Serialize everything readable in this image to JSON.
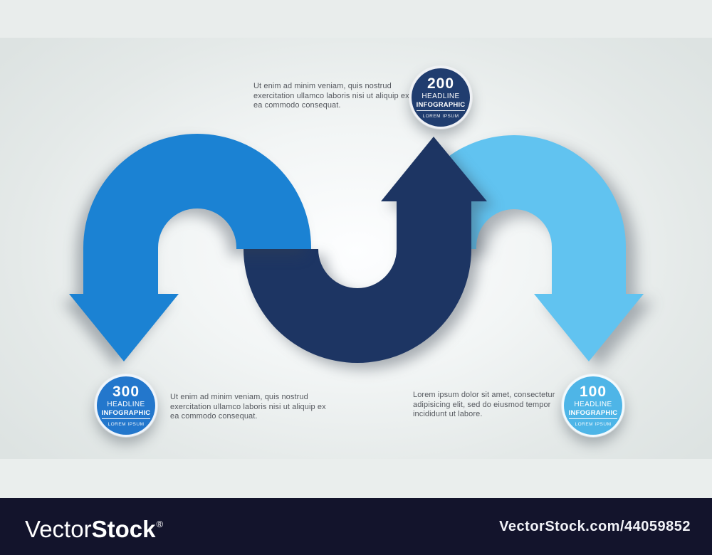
{
  "texts": {
    "top": {
      "lines": [
        "Ut enim ad minim veniam, quis nostrud",
        "exercitation ullamco laboris nisi ut aliquip ex",
        "ea commodo consequat."
      ]
    },
    "bottom_left": {
      "lines": [
        "Ut enim ad minim veniam, quis nostrud",
        "exercitation ullamco laboris nisi ut aliquip ex",
        "ea commodo consequat."
      ]
    },
    "bottom_right": {
      "lines": [
        "Lorem ipsum dolor sit amet, consectetur",
        "adipisicing elit, sed do eiusmod tempor",
        "incididunt ut labore."
      ]
    }
  },
  "badges": [
    {
      "value": "200",
      "line1": "HEADLINE",
      "line2": "INFOGRAPHIC",
      "line3": "LOREM IPSUM",
      "color": "#203d6f"
    },
    {
      "value": "300",
      "line1": "HEADLINE",
      "line2": "INFOGRAPHIC",
      "line3": "LOREM IPSUM",
      "color": "#2377cc"
    },
    {
      "value": "100",
      "line1": "HEADLINE",
      "line2": "INFOGRAPHIC",
      "line3": "LOREM IPSUM",
      "color": "#4eb5e7"
    }
  ],
  "colors": {
    "arrow_blue": "#1b82d3",
    "arrow_navy": "#1d3563",
    "arrow_lightblue": "#61c3f0",
    "footer_bg": "#13142c",
    "body_text": "#56595f"
  },
  "watermark": {
    "brand_light": "Vector",
    "brand_bold": "Stock",
    "registered": "®",
    "footer_url": "VectorStock.com/44059852"
  }
}
